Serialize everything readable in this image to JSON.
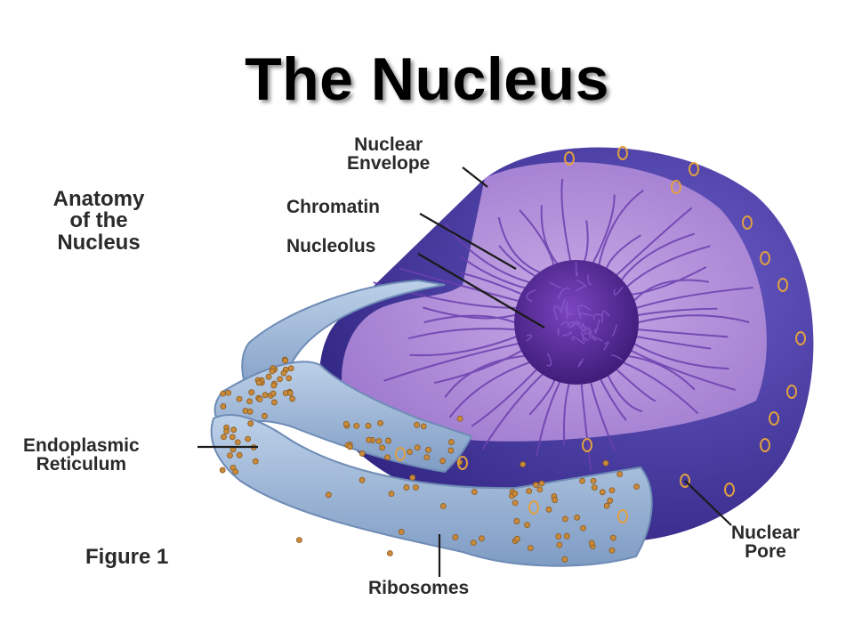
{
  "title": "The Nucleus",
  "diagram": {
    "heading": [
      "Anatomy",
      "of the",
      "Nucleus"
    ],
    "figure_label": "Figure 1",
    "labels": {
      "nuclear_envelope": [
        "Nuclear",
        "Envelope"
      ],
      "chromatin": "Chromatin",
      "nucleolus": "Nucleolus",
      "endoplasmic_reticulum": [
        "Endoplasmic",
        "Reticulum"
      ],
      "ribosomes": "Ribosomes",
      "nuclear_pore": [
        "Nuclear",
        "Pore"
      ]
    },
    "colors": {
      "nucleus_shell": "#4b3aa8",
      "nucleus_interior": "#b08fd6",
      "nucleolus": "#5b2d9c",
      "er": "#9fb8d8",
      "ribosome": "#c98a3a"
    }
  }
}
